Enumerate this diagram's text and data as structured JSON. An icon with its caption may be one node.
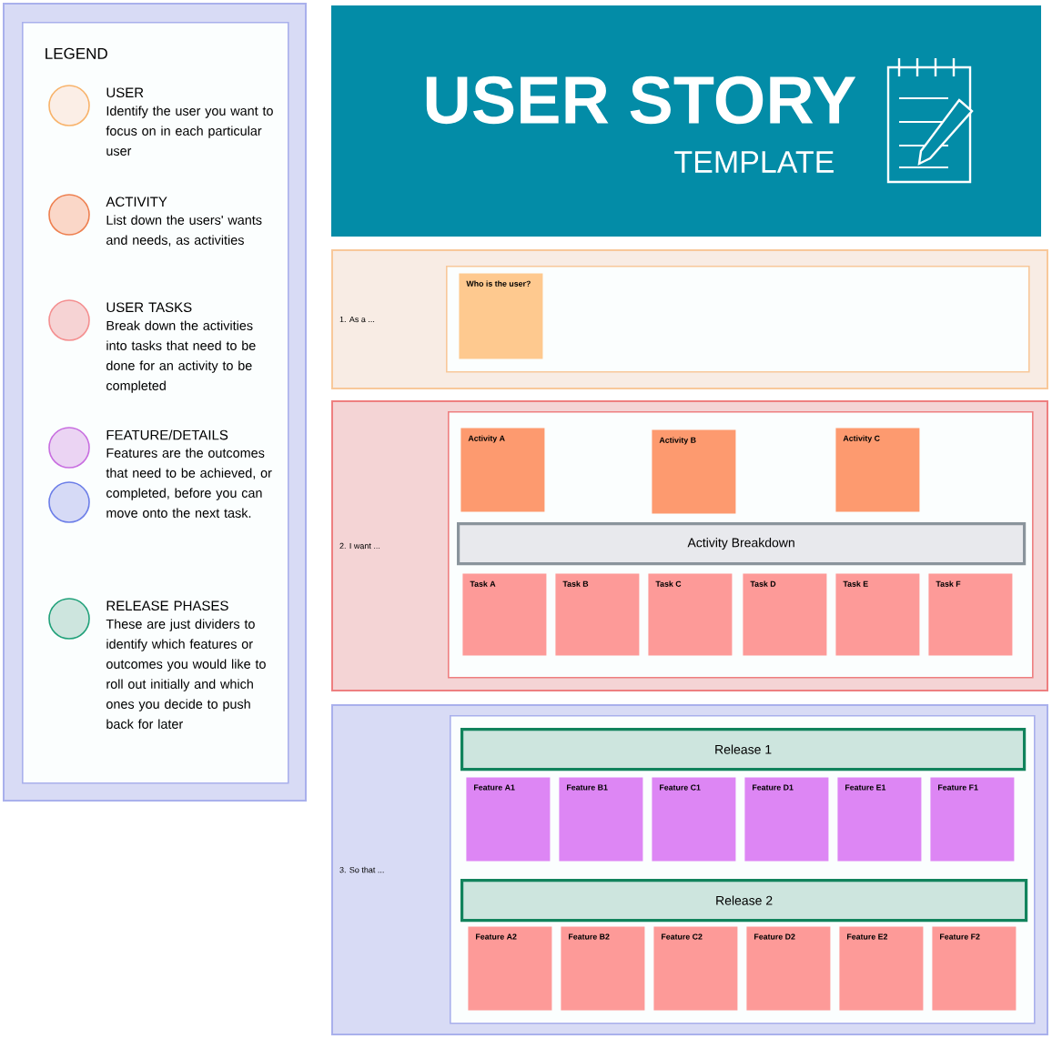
{
  "diagram": {
    "title": "USER STORY",
    "nodes": [
      {
        "text": [
          "LEGEND"
        ]
      },
      {
        "text": [
          "1. As a ..."
        ]
      },
      {
        "text": [],
        "shape": "box",
        "in": 1
      },
      {
        "text": [
          "Who is the user?"
        ],
        "in": 2
      },
      {
        "text": [
          "2. I want ..."
        ]
      },
      {
        "text": [],
        "shape": "box",
        "in": 4
      },
      {
        "text": [
          "Activity A"
        ],
        "in": 5
      },
      {
        "text": [
          "Activity B"
        ],
        "in": 5
      },
      {
        "text": [
          "Activity C"
        ],
        "in": 5
      },
      {
        "text": [
          "Activity Breakdown"
        ],
        "in": 5
      },
      {
        "text": [
          "Task A"
        ],
        "in": 5
      },
      {
        "text": [
          "Task B"
        ],
        "in": 5
      },
      {
        "text": [
          "Task C"
        ],
        "in": 5
      },
      {
        "text": [
          "Task D"
        ],
        "in": 5
      },
      {
        "text": [
          "Task E"
        ],
        "in": 5
      },
      {
        "text": [
          "Task F"
        ],
        "in": 5
      },
      {
        "text": [
          "3. So that ..."
        ]
      },
      {
        "text": [],
        "shape": "box",
        "in": 16
      },
      {
        "text": [
          "Release 1"
        ],
        "in": 17
      },
      {
        "text": [
          "Feature A1"
        ],
        "in": 17
      },
      {
        "text": [
          "Feature B1"
        ],
        "in": 17
      },
      {
        "text": [
          "Feature C1"
        ],
        "in": 17
      },
      {
        "text": [
          "Feature D1"
        ],
        "in": 17
      },
      {
        "text": [
          "Feature E1"
        ],
        "in": 17
      },
      {
        "text": [
          "Feature F1"
        ],
        "in": 17
      },
      {
        "text": [
          "Release 2"
        ],
        "in": 17
      },
      {
        "text": [
          "Feature A2"
        ],
        "in": 17
      },
      {
        "text": [
          "Feature B2"
        ],
        "in": 17
      },
      {
        "text": [
          "Feature C2"
        ],
        "in": 17
      },
      {
        "text": [
          "Feature D2"
        ],
        "in": 17
      },
      {
        "text": [
          "Feature E2"
        ],
        "in": 17
      },
      {
        "text": [
          "Feature F2"
        ],
        "in": 17
      }
    ],
    "labels": [
      "Identify the user you want to focus on in each particular user",
      "List down the users' wants and needs, as activities",
      "Break down the activities into tasks that need to be done for an activity to be completed",
      "Features are the outcomes that need to be achieved, or completed, before you can move onto the next task.",
      "These are just dividers to identify which features or outcomes you would like to roll out initially and which ones you decide to push back for later",
      "TEMPLATE"
    ],
    "legend": [
      {
        "text": "USER",
        "color": "#fbeee6"
      },
      {
        "text": "ACTIVITY",
        "color": "#fad7c8"
      },
      {
        "text": "USER TASKS",
        "color": "#f6d3d4"
      },
      {
        "text": "FEATURE/DETAILS",
        "color": "#ebd4f3"
      },
      {
        "text": "RELEASE PHASES",
        "color": "#cde5de"
      }
    ]
  }
}
